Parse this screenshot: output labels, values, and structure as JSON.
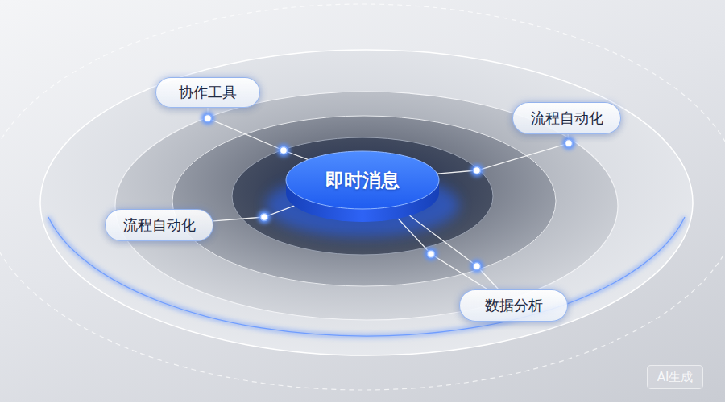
{
  "diagram": {
    "nodes": [
      {
        "text": [
          "协作工具"
        ]
      },
      {
        "text": [
          "流程自动化"
        ]
      },
      {
        "text": [
          "即时消息"
        ]
      },
      {
        "text": [
          "流程自动化"
        ]
      },
      {
        "text": [
          "数据分析"
        ]
      }
    ],
    "edges": [
      {
        "from": 0,
        "to": 2,
        "arrow": "none"
      },
      {
        "from": 1,
        "to": 2,
        "arrow": "none"
      },
      {
        "from": 3,
        "to": 2,
        "arrow": "none"
      },
      {
        "from": 4,
        "to": 2,
        "arrow": "none"
      },
      {
        "from": 4,
        "to": 2,
        "arrow": "none"
      }
    ],
    "labels": [
      "AI生成"
    ]
  }
}
